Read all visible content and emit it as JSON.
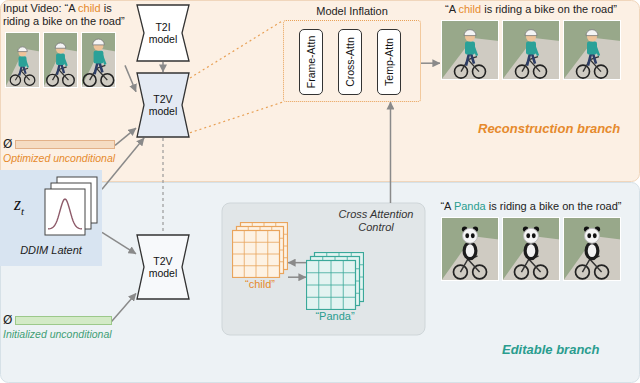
{
  "diagram": {
    "nodes": [
      {
        "text": [
          "Reconstruction branch"
        ]
      },
      {
        "text": [
          "Input Video: “A child is riding a bike on the road”"
        ],
        "in": 0
      },
      {
        "text": [
          "Ø",
          "Optimized unconditional"
        ],
        "in": 0
      },
      {
        "text": [
          "T2I model"
        ],
        "in": 0
      },
      {
        "text": [
          "T2V model"
        ],
        "in": 0
      },
      {
        "text": [
          "Model Inflation"
        ],
        "in": 0
      },
      {
        "text": [
          "Frame-Attn"
        ],
        "in": 5
      },
      {
        "text": [
          "Cross-Attn"
        ],
        "in": 5
      },
      {
        "text": [
          "Temp-Attn"
        ],
        "in": 5
      },
      {
        "text": [
          "“A child is riding a bike on the road”"
        ],
        "in": 0
      },
      {
        "text": [
          "zt",
          "DDIM Latent"
        ]
      },
      {
        "text": [
          "Editable branch"
        ]
      },
      {
        "text": [
          "Ø",
          "Initialized unconditional"
        ],
        "in": 11
      },
      {
        "text": [
          "T2V model"
        ],
        "in": 11
      },
      {
        "text": [
          "Cross Attention Control"
        ],
        "in": 11
      },
      {
        "text": [
          "“child”"
        ],
        "in": 14
      },
      {
        "text": [
          "“Panda”"
        ],
        "in": 14
      },
      {
        "text": [
          "“A Panda is riding a bike on the road”"
        ],
        "in": 11
      }
    ],
    "edges": [
      {
        "from": 1,
        "to": 4,
        "arrow": "to"
      },
      {
        "from": 2,
        "to": 4,
        "arrow": "to"
      },
      {
        "from": 3,
        "to": 4,
        "arrow": "to"
      },
      {
        "from": 10,
        "to": 4,
        "arrow": "to"
      },
      {
        "from": 10,
        "to": 13,
        "arrow": "to"
      },
      {
        "from": 12,
        "to": 13,
        "arrow": "to"
      },
      {
        "from": 4,
        "to": 13,
        "arrow": "none"
      },
      {
        "from": 4,
        "to": 5,
        "arrow": "none"
      },
      {
        "from": 5,
        "to": 9,
        "arrow": "to"
      },
      {
        "from": 14,
        "to": 5,
        "arrow": "to"
      },
      {
        "from": 15,
        "to": 16,
        "arrow": "to"
      },
      {
        "from": 16,
        "to": 15,
        "arrow": "to"
      }
    ]
  }
}
